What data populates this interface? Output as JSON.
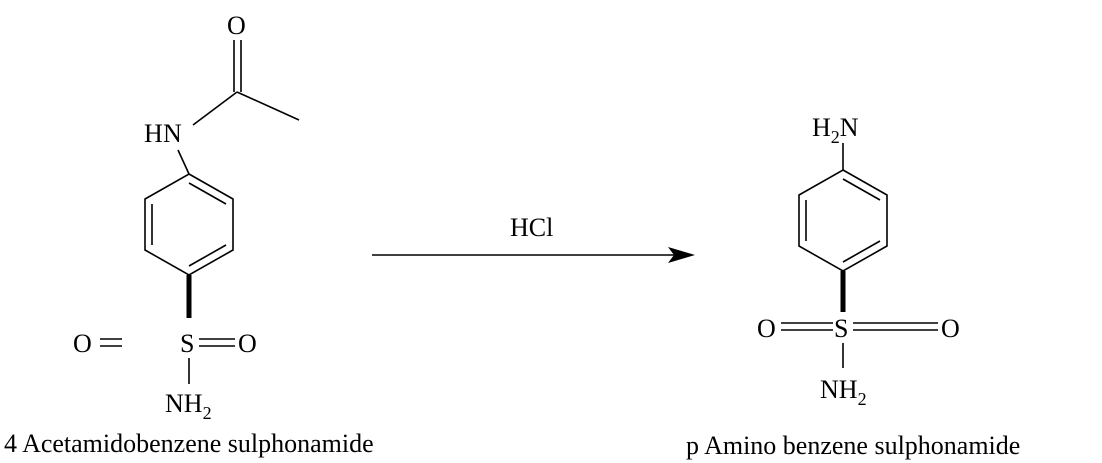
{
  "reactant": {
    "name": "4 Acetamidobenzene sulphonamide",
    "atoms": {
      "carbonyl_o": "O",
      "amide_h": "H",
      "amide_n": "N",
      "sulfur": "S",
      "oxo_left": "O",
      "oxo_right": "O",
      "amine_n": "NH",
      "amine_sub": "2"
    }
  },
  "reagent": {
    "label": "HCl"
  },
  "product": {
    "name": "p Amino benzene sulphonamide",
    "atoms": {
      "amine_h": "H",
      "amine_h_sub": "2",
      "amine_n": "N",
      "oxo_left": "O",
      "sulfur": "S",
      "oxo_right": "O",
      "sulfonamide_n": "NH",
      "sulfonamide_sub": "2"
    }
  }
}
